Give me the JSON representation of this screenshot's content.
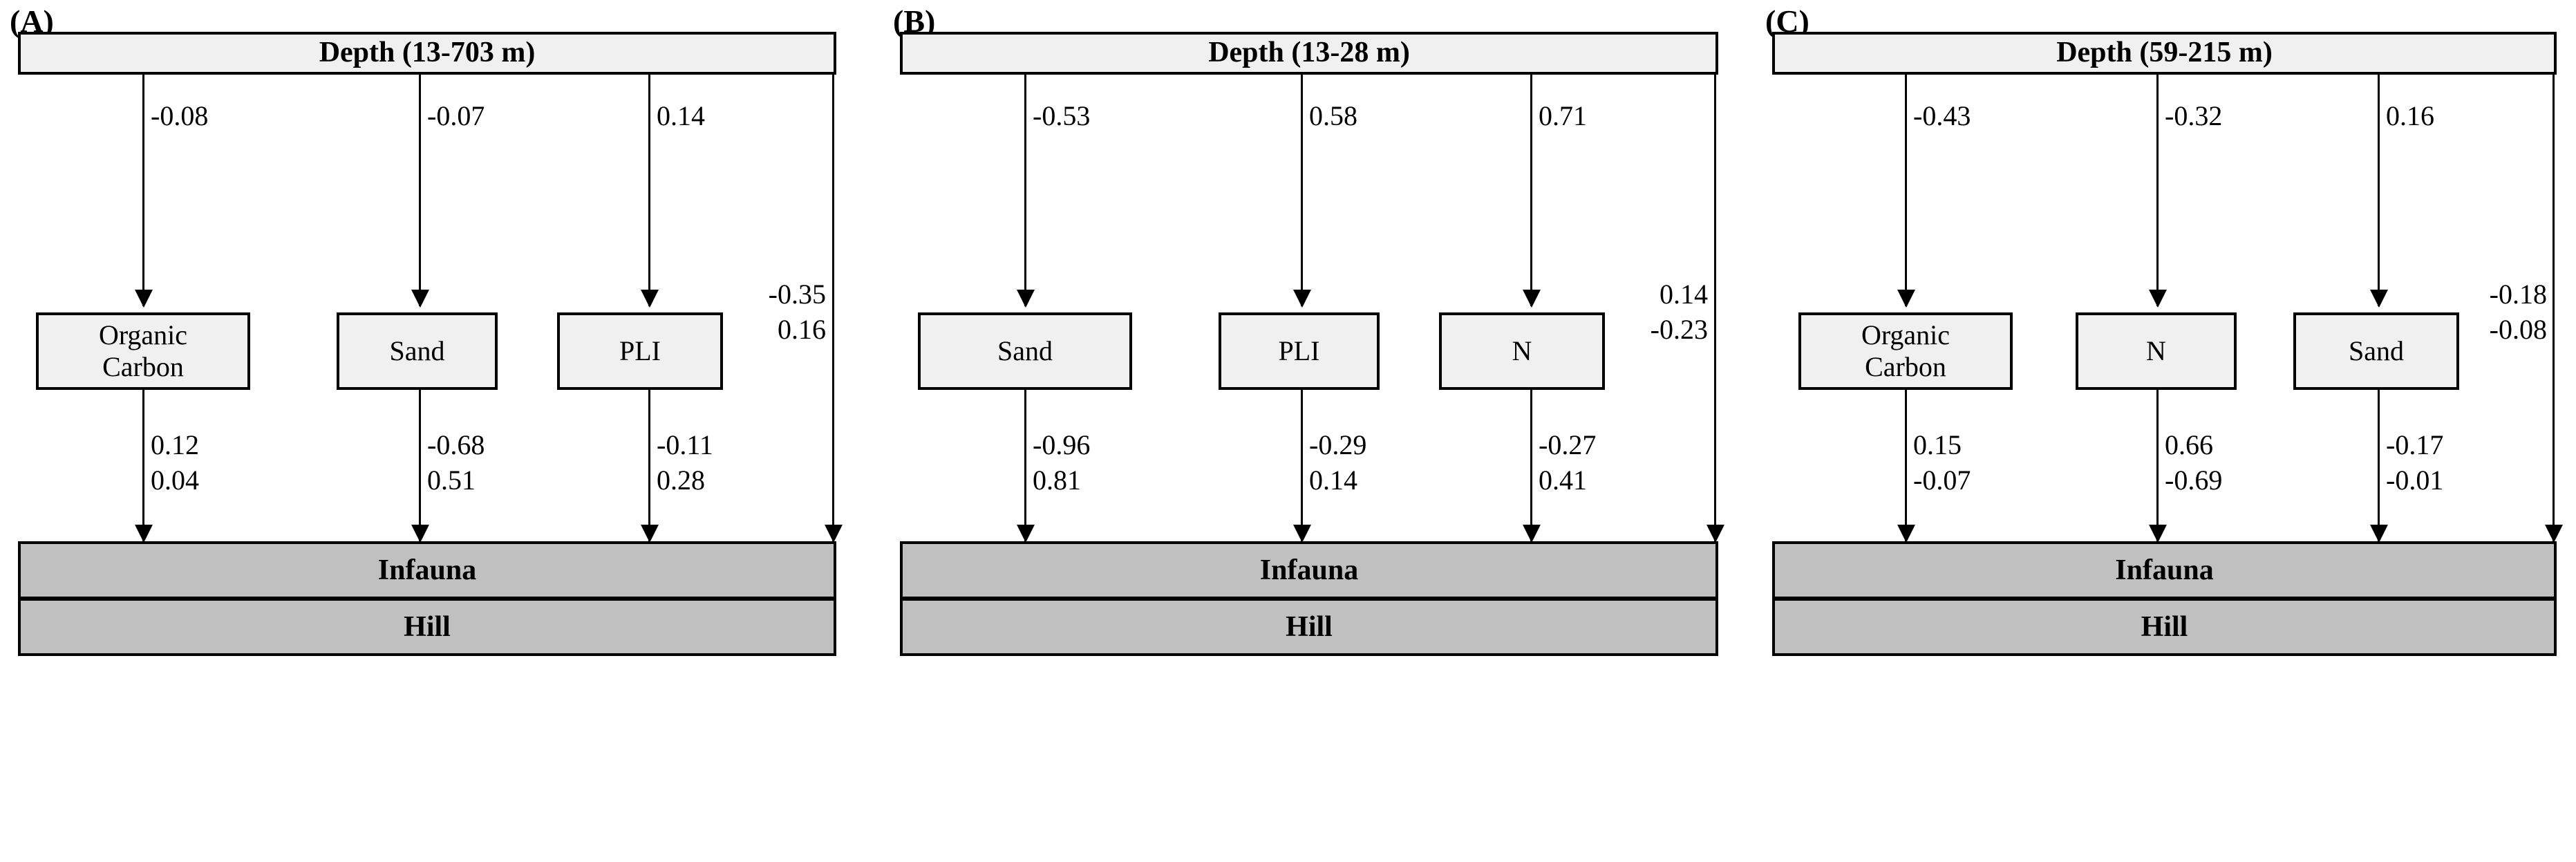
{
  "figure": {
    "type": "path-analysis-diagram",
    "panels": [
      {
        "key": "A",
        "label": "(A)",
        "exogenous": {
          "name": "Depth",
          "label": "Depth (13-703 m)"
        },
        "mediators": [
          {
            "name": "organic-carbon",
            "label": "Organic\nCarbon",
            "label_line1": "Organic",
            "label_line2": "Carbon",
            "incoming_coef": "-0.08",
            "outgoing_coef_infauna": "0.12",
            "outgoing_coef_hill": "0.04"
          },
          {
            "name": "sand",
            "label": "Sand",
            "incoming_coef": "-0.07",
            "outgoing_coef_infauna": "-0.68",
            "outgoing_coef_hill": "0.51"
          },
          {
            "name": "pli",
            "label": "PLI",
            "incoming_coef": "0.14",
            "outgoing_coef_infauna": "-0.11",
            "outgoing_coef_hill": "0.28"
          }
        ],
        "direct_path": {
          "coef_infauna": "-0.35",
          "coef_hill": "0.16"
        },
        "endogenous": [
          {
            "name": "infauna",
            "label": "Infauna"
          },
          {
            "name": "hill",
            "label": "Hill"
          }
        ]
      },
      {
        "key": "B",
        "label": "(B)",
        "exogenous": {
          "name": "Depth",
          "label": "Depth (13-28 m)"
        },
        "mediators": [
          {
            "name": "sand",
            "label": "Sand",
            "incoming_coef": "-0.53",
            "outgoing_coef_infauna": "-0.96",
            "outgoing_coef_hill": "0.81"
          },
          {
            "name": "pli",
            "label": "PLI",
            "incoming_coef": "0.58",
            "outgoing_coef_infauna": "-0.29",
            "outgoing_coef_hill": "0.14"
          },
          {
            "name": "n",
            "label": "N",
            "incoming_coef": "0.71",
            "outgoing_coef_infauna": "-0.27",
            "outgoing_coef_hill": "0.41"
          }
        ],
        "direct_path": {
          "coef_infauna": "0.14",
          "coef_hill": "-0.23"
        },
        "endogenous": [
          {
            "name": "infauna",
            "label": "Infauna"
          },
          {
            "name": "hill",
            "label": "Hill"
          }
        ]
      },
      {
        "key": "C",
        "label": "(C)",
        "exogenous": {
          "name": "Depth",
          "label": "Depth (59-215 m)"
        },
        "mediators": [
          {
            "name": "organic-carbon",
            "label": "Organic\nCarbon",
            "label_line1": "Organic",
            "label_line2": "Carbon",
            "incoming_coef": "-0.43",
            "outgoing_coef_infauna": "0.15",
            "outgoing_coef_hill": "-0.07"
          },
          {
            "name": "n",
            "label": "N",
            "incoming_coef": "-0.32",
            "outgoing_coef_infauna": "0.66",
            "outgoing_coef_hill": "-0.69"
          },
          {
            "name": "sand",
            "label": "Sand",
            "incoming_coef": "0.16",
            "outgoing_coef_infauna": "-0.17",
            "outgoing_coef_hill": "-0.01"
          }
        ],
        "direct_path": {
          "coef_infauna": "-0.18",
          "coef_hill": "-0.08"
        },
        "endogenous": [
          {
            "name": "infauna",
            "label": "Infauna"
          },
          {
            "name": "hill",
            "label": "Hill"
          }
        ]
      }
    ],
    "colors": {
      "exogenous_fill": "#f0f0f0",
      "mediator_fill": "#f0f0f0",
      "endogenous_fill": "#c0c0c0",
      "stroke": "#000000",
      "background": "#ffffff"
    }
  }
}
